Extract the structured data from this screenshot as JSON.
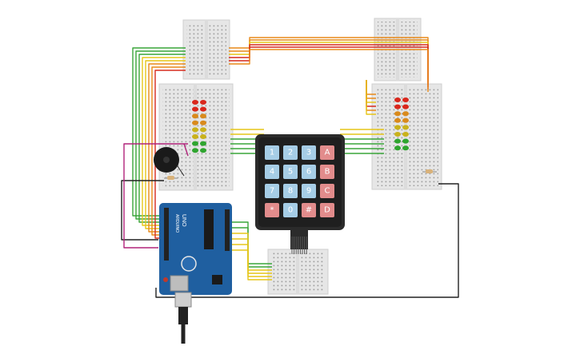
{
  "keypad": {
    "keys": [
      {
        "label": "1",
        "kind": "num"
      },
      {
        "label": "2",
        "kind": "num"
      },
      {
        "label": "3",
        "kind": "num"
      },
      {
        "label": "A",
        "kind": "letter"
      },
      {
        "label": "4",
        "kind": "num"
      },
      {
        "label": "5",
        "kind": "num"
      },
      {
        "label": "6",
        "kind": "num"
      },
      {
        "label": "B",
        "kind": "letter"
      },
      {
        "label": "7",
        "kind": "num"
      },
      {
        "label": "8",
        "kind": "num"
      },
      {
        "label": "9",
        "kind": "num"
      },
      {
        "label": "C",
        "kind": "letter"
      },
      {
        "label": "*",
        "kind": "letter"
      },
      {
        "label": "0",
        "kind": "num"
      },
      {
        "label": "#",
        "kind": "letter"
      },
      {
        "label": "D",
        "kind": "letter"
      }
    ]
  },
  "arduino": {
    "model": "UNO",
    "brand": "ARDUINO"
  },
  "colors": {
    "wire_green": "#3aa63a",
    "wire_yellow": "#e6c619",
    "wire_orange": "#e88a1a",
    "wire_red": "#d62b1f",
    "wire_black": "#222222",
    "wire_magenta": "#b0237a",
    "board_blue": "#1f5fa0",
    "key_blue": "#a6cde6",
    "key_red": "#e28c8c"
  },
  "leds_left": [
    "red",
    "red",
    "orange",
    "orange",
    "yellow",
    "yellow",
    "green",
    "green"
  ],
  "leds_right": [
    "red",
    "red",
    "orange",
    "orange",
    "yellow",
    "yellow",
    "green",
    "green"
  ]
}
